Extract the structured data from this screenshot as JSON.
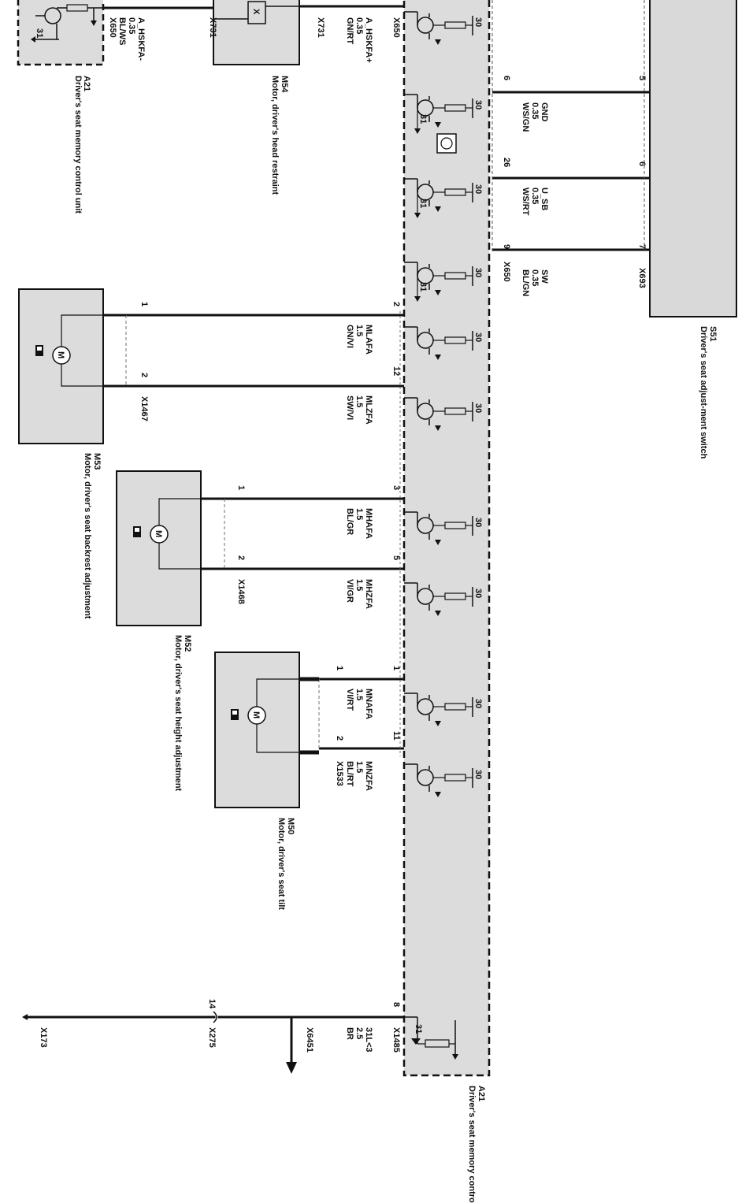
{
  "components": {
    "a21_top": {
      "id": "A21",
      "desc": "Driver's seat memory control unit"
    },
    "a21_main": {
      "id": "A21",
      "desc": "Driver's seat memory control unit"
    },
    "m54": {
      "id": "M54",
      "desc": "Motor, driver's head restraint"
    },
    "s51": {
      "id": "S51",
      "desc": "Driver's seat adjust-ment switch"
    },
    "m53": {
      "id": "M53",
      "desc": "Motor, driver's seat backrest adjustment"
    },
    "m52": {
      "id": "M52",
      "desc": "Motor, driver's seat height adjustment"
    },
    "m50": {
      "id": "M50",
      "desc": "Motor, driver's seat tilt"
    }
  },
  "connectors": {
    "x650": "X650",
    "x731": "X731",
    "x693": "X693",
    "x1467": "X1467",
    "x1468": "X1468",
    "x1533": "X1533",
    "x1485": "X1485",
    "x6451": "X6451",
    "x275": "X275",
    "x173": "X173"
  },
  "wires": {
    "hskfa_minus": {
      "signal": "A_HSKFA-",
      "gauge": "0.35",
      "color": "BL/WS"
    },
    "hskfa_plus": {
      "signal": "A_HSKFA+",
      "gauge": "0.35",
      "color": "GN/RT"
    },
    "gnd": {
      "signal": "GND",
      "gauge": "0.35",
      "color": "WS/GN",
      "pin_ecu": "6",
      "pin_switch": "5"
    },
    "u_sb": {
      "signal": "U_SB",
      "gauge": "0.35",
      "color": "WS/RT",
      "pin_ecu": "26",
      "pin_switch": "6"
    },
    "sw": {
      "signal": "SW",
      "gauge": "0.35",
      "color": "BL/GN",
      "pin_ecu": "9",
      "pin_switch": "7"
    },
    "mlafa": {
      "signal": "MLAFA",
      "gauge": "1.5",
      "color": "GN/VI",
      "pin_ecu": "2",
      "pin_motor": "1"
    },
    "mlzfa": {
      "signal": "MLZFA",
      "gauge": "1.5",
      "color": "SW/VI",
      "pin_ecu": "12",
      "pin_motor": "2"
    },
    "mhafa": {
      "signal": "MHAFA",
      "gauge": "1.5",
      "color": "BL/GR",
      "pin_ecu": "3",
      "pin_motor": "1"
    },
    "mhzfa": {
      "signal": "MHZFA",
      "gauge": "1.5",
      "color": "VI/GR",
      "pin_ecu": "5",
      "pin_motor": "2"
    },
    "mnafa": {
      "signal": "MNAFA",
      "gauge": "1.5",
      "color": "VI/RT",
      "pin_ecu": "1",
      "pin_motor": "1"
    },
    "mnzfa": {
      "signal": "MNZFA",
      "gauge": "1.5",
      "color": "BL/RT",
      "pin_ecu": "11",
      "pin_motor": "2"
    },
    "ground": {
      "signal": "31L<3",
      "gauge": "2.5",
      "color": "BR",
      "pin_ecu": "8",
      "pin_x275": "14"
    }
  },
  "terminals": {
    "t30": "30",
    "t31": "31"
  },
  "motor_symbol": "M",
  "cross_symbol": "X"
}
